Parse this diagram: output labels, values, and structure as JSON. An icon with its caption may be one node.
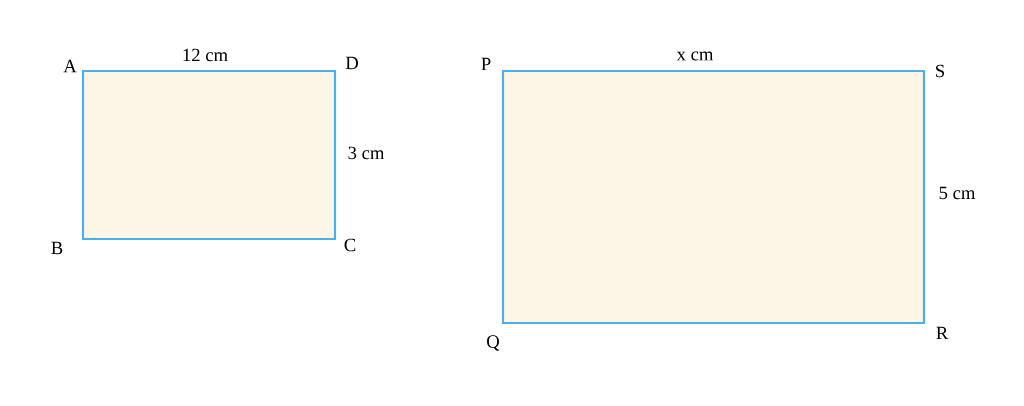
{
  "diagram": {
    "nodes": [
      {
        "text": [],
        "shape": "box",
        "beside": [
          "A",
          "12 cm",
          "D",
          "3 cm",
          "B",
          "C"
        ]
      },
      {
        "text": [],
        "shape": "box",
        "beside": [
          "P",
          "x cm",
          "S",
          "5 cm",
          "Q",
          "R"
        ]
      }
    ]
  }
}
